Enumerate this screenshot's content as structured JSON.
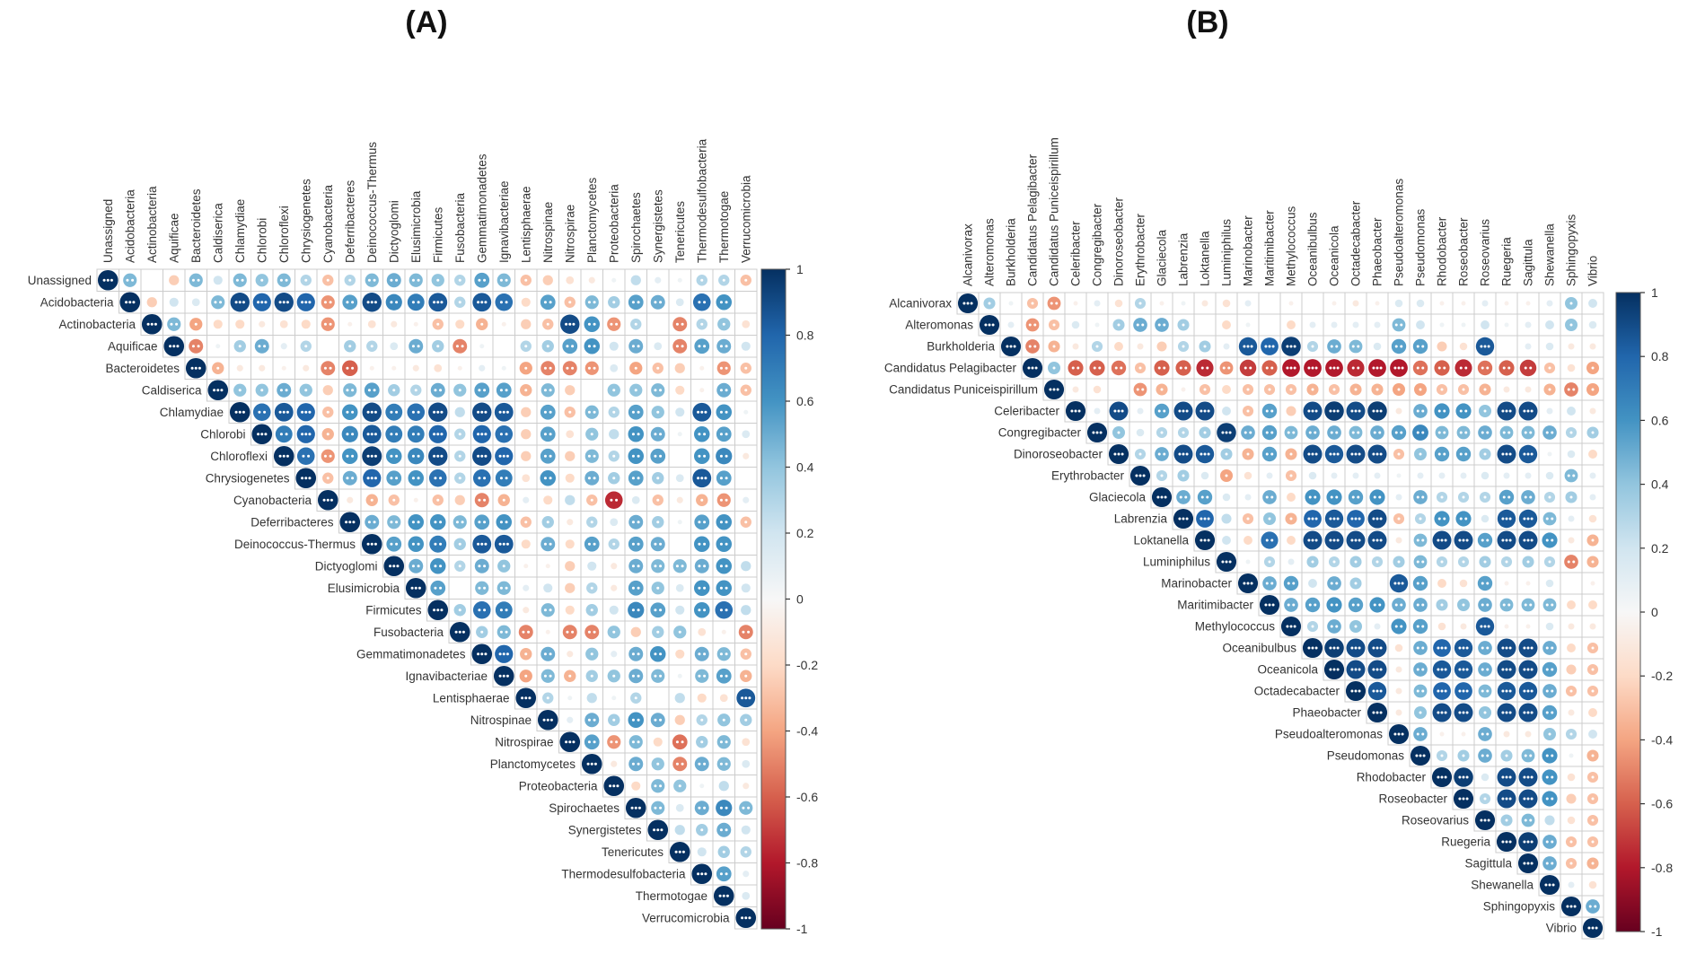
{
  "figure": {
    "background": "#ffffff",
    "label_color": "#333333",
    "grid_color": "#cccccc",
    "sig_dot_color": "#ffffff"
  },
  "chart_data": [
    {
      "id": "A",
      "type": "heatmap",
      "subtype": "correlation-matrix-upper-triangle",
      "title": "(A)",
      "legend_position": "right",
      "value_range": [
        -1,
        1
      ],
      "colorbar_ticks": [
        "1",
        "0.8",
        "0.6",
        "0.4",
        "0.2",
        "0",
        "-0.2",
        "-0.4",
        "-0.6",
        "-0.8",
        "-1"
      ],
      "colormap_stops": [
        [
          -1,
          "#67001F"
        ],
        [
          -0.8,
          "#B2182B"
        ],
        [
          -0.6,
          "#D6604D"
        ],
        [
          -0.4,
          "#F4A582"
        ],
        [
          -0.2,
          "#FDDBC7"
        ],
        [
          0,
          "#F7F7F7"
        ],
        [
          0.2,
          "#D1E5F0"
        ],
        [
          0.4,
          "#92C5DE"
        ],
        [
          0.6,
          "#4393C3"
        ],
        [
          0.8,
          "#2166AC"
        ],
        [
          1,
          "#053061"
        ]
      ],
      "labels": [
        "Unassigned",
        "Acidobacteria",
        "Actinobacteria",
        "Aquificae",
        "Bacteroidetes",
        "Caldiserica",
        "Chlamydiae",
        "Chlorobi",
        "Chloroflexi",
        "Chrysiogenetes",
        "Cyanobacteria",
        "Deferribacteres",
        "Deinococcus-Thermus",
        "Dictyoglomi",
        "Elusimicrobia",
        "Firmicutes",
        "Fusobacteria",
        "Gemmatimonadetes",
        "Ignavibacteriae",
        "Lentisphaerae",
        "Nitrospinae",
        "Nitrospirae",
        "Planctomycetes",
        "Proteobacteria",
        "Spirochaetes",
        "Synergistetes",
        "Tenericutes",
        "Thermodesulfobacteria",
        "Thermotogae",
        "Verrucomicrobia"
      ],
      "rows": [
        [
          1,
          0.45,
          0,
          -0.25,
          0.45,
          0.2,
          0.45,
          0.4,
          0.45,
          0.3,
          -0.3,
          0.3,
          0.45,
          0.5,
          0.45,
          0.4,
          0.3,
          0.55,
          0.45,
          -0.3,
          -0.25,
          -0.15,
          -0.1,
          0.05,
          0.25,
          0.1,
          0.05,
          0.3,
          0.3,
          -0.3
        ],
        [
          1,
          -0.25,
          0.2,
          0.15,
          0.45,
          0.9,
          0.8,
          0.9,
          0.8,
          -0.45,
          0.55,
          0.9,
          0.65,
          0.7,
          0.85,
          0.3,
          0.85,
          0.75,
          -0.2,
          0.55,
          -0.3,
          0.45,
          0.35,
          0.55,
          0.5,
          0.15,
          0.75,
          0.6,
          0
        ],
        [
          1,
          0.45,
          -0.4,
          -0.2,
          -0.2,
          -0.1,
          -0.15,
          -0.2,
          -0.45,
          -0.05,
          -0.15,
          -0.1,
          -0.05,
          -0.3,
          -0.2,
          -0.35,
          -0.05,
          -0.25,
          -0.3,
          0.9,
          0.6,
          -0.45,
          0.3,
          0,
          -0.5,
          0.3,
          0.4,
          -0.15
        ],
        [
          1,
          -0.5,
          0.05,
          0.35,
          0.5,
          0.1,
          0.3,
          0,
          0.35,
          0.3,
          0.15,
          0.5,
          0.35,
          -0.5,
          0.05,
          0,
          0.3,
          0.35,
          0.55,
          0.6,
          0.2,
          0.5,
          0.15,
          -0.5,
          0.55,
          0.5,
          0.2
        ],
        [
          1,
          -0.35,
          -0.1,
          -0.1,
          -0.05,
          -0.1,
          -0.5,
          -0.6,
          -0.05,
          -0.05,
          -0.1,
          -0.15,
          -0.05,
          0.1,
          0.05,
          -0.4,
          -0.5,
          -0.5,
          -0.45,
          0.15,
          -0.4,
          -0.3,
          -0.25,
          -0.05,
          -0.45,
          -0.3
        ],
        [
          1,
          0.4,
          0.4,
          0.5,
          0.4,
          -0.25,
          0.45,
          0.55,
          0.35,
          0.3,
          0.5,
          0.4,
          0.55,
          0.55,
          -0.35,
          0.45,
          -0.25,
          0,
          0.4,
          0.4,
          0.45,
          -0.2,
          -0.05,
          0.5,
          -0.3
        ],
        [
          1,
          0.75,
          0.85,
          0.8,
          -0.3,
          0.6,
          0.9,
          0.7,
          0.75,
          0.9,
          0.25,
          0.9,
          0.85,
          -0.25,
          0.55,
          -0.3,
          0.45,
          0.3,
          0.55,
          0.4,
          0.2,
          0.85,
          0.6,
          0.05
        ],
        [
          1,
          0.7,
          0.8,
          -0.35,
          0.65,
          0.85,
          0.7,
          0.7,
          0.8,
          0.3,
          0.8,
          0.75,
          -0.25,
          0.55,
          -0.15,
          0.4,
          0.25,
          0.6,
          0.5,
          0.05,
          0.6,
          0.55,
          0.15
        ],
        [
          1,
          0.75,
          -0.45,
          0.6,
          0.95,
          0.6,
          0.65,
          0.9,
          0.3,
          0.9,
          0.8,
          -0.25,
          0.55,
          -0.25,
          0.45,
          0.3,
          0.6,
          0.55,
          0,
          0.6,
          0.65,
          -0.1
        ],
        [
          1,
          -0.3,
          0.5,
          0.8,
          0.55,
          0.6,
          0.75,
          0.3,
          0.75,
          0.7,
          -0.15,
          0.6,
          -0.2,
          0.5,
          0.35,
          0.55,
          0.35,
          0.15,
          0.85,
          0.55,
          0
        ],
        [
          1,
          -0.1,
          -0.35,
          -0.3,
          -0.05,
          -0.3,
          -0.25,
          -0.5,
          -0.35,
          0.1,
          -0.2,
          0.25,
          -0.3,
          -0.75,
          0.15,
          -0.3,
          -0.1,
          -0.35,
          -0.45,
          0.1
        ],
        [
          1,
          0.5,
          0.45,
          0.6,
          0.6,
          0.45,
          0.55,
          0.6,
          -0.3,
          0.35,
          -0.1,
          0.3,
          0.15,
          0.5,
          0.35,
          0.05,
          0.55,
          0.6,
          -0.3
        ],
        [
          1,
          0.55,
          0.6,
          0.7,
          0.35,
          0.85,
          0.85,
          -0.2,
          0.5,
          -0.2,
          0.55,
          0.3,
          0.55,
          0.5,
          0,
          0.6,
          0.6,
          0
        ],
        [
          1,
          0.5,
          0.6,
          0.3,
          0.5,
          0.4,
          -0.05,
          -0.05,
          -0.25,
          0.2,
          -0.1,
          0.5,
          0.45,
          0.45,
          0.5,
          0.6,
          0.25
        ],
        [
          1,
          0.55,
          0,
          0.45,
          0.45,
          0.1,
          0.2,
          -0.25,
          0.3,
          -0.1,
          0.55,
          0.4,
          0.15,
          0.6,
          0.6,
          0.2
        ],
        [
          1,
          0.35,
          0.75,
          0.7,
          -0.1,
          0.45,
          -0.2,
          0.35,
          0.2,
          0.65,
          0.55,
          0.2,
          0.6,
          0.75,
          0.25
        ],
        [
          1,
          0.35,
          0.45,
          -0.5,
          -0.05,
          -0.5,
          -0.5,
          0.4,
          -0.25,
          0.35,
          0.4,
          -0.15,
          -0.05,
          -0.5
        ],
        [
          1,
          0.8,
          -0.35,
          0.5,
          -0.1,
          0.4,
          0.1,
          0.5,
          0.6,
          -0.2,
          0.5,
          0.45,
          -0.3
        ],
        [
          1,
          -0.4,
          0.45,
          -0.35,
          0.35,
          0.4,
          0.5,
          0.45,
          0.05,
          0.45,
          0.55,
          -0.35
        ],
        [
          1,
          0.3,
          0.05,
          0.25,
          0.05,
          0.3,
          0,
          0.25,
          -0.2,
          -0.15,
          0.85
        ],
        [
          1,
          0.1,
          0.5,
          0.35,
          0.6,
          0.5,
          -0.25,
          0.3,
          0.4,
          0.35
        ],
        [
          1,
          0.55,
          -0.45,
          0.45,
          -0.2,
          -0.55,
          0.35,
          0.45,
          -0.15
        ],
        [
          1,
          -0.1,
          0.5,
          0.4,
          -0.5,
          0.5,
          0.45,
          0.15
        ],
        [
          1,
          -0.2,
          0.45,
          0.4,
          0.05,
          0.25,
          -0.1
        ],
        [
          1,
          0.45,
          0.15,
          0.5,
          0.65,
          0.45
        ],
        [
          1,
          0.25,
          0.35,
          0.5,
          0.2
        ],
        [
          1,
          0.2,
          0.35,
          0.3
        ],
        [
          1,
          0.55,
          0.1
        ],
        [
          1,
          0.15
        ],
        [
          1
        ]
      ]
    },
    {
      "id": "B",
      "type": "heatmap",
      "subtype": "correlation-matrix-upper-triangle",
      "title": "(B)",
      "legend_position": "right",
      "value_range": [
        -1,
        1
      ],
      "colorbar_ticks": [
        "1",
        "0.8",
        "0.6",
        "0.4",
        "0.2",
        "0",
        "-0.2",
        "-0.4",
        "-0.6",
        "-0.8",
        "-1"
      ],
      "colormap_stops": [
        [
          -1,
          "#67001F"
        ],
        [
          -0.8,
          "#B2182B"
        ],
        [
          -0.6,
          "#D6604D"
        ],
        [
          -0.4,
          "#F4A582"
        ],
        [
          -0.2,
          "#FDDBC7"
        ],
        [
          0,
          "#F7F7F7"
        ],
        [
          0.2,
          "#D1E5F0"
        ],
        [
          0.4,
          "#92C5DE"
        ],
        [
          0.6,
          "#4393C3"
        ],
        [
          0.8,
          "#2166AC"
        ],
        [
          1,
          "#053061"
        ]
      ],
      "labels": [
        "Alcanivorax",
        "Alteromonas",
        "Burkholderia",
        "Candidatus Pelagibacter",
        "Candidatus Puniceispirillum",
        "Celeribacter",
        "Congregibacter",
        "Dinoroseobacter",
        "Erythrobacter",
        "Glaciecola",
        "Labrenzia",
        "Loktanella",
        "Luminiphilus",
        "Marinobacter",
        "Maritimibacter",
        "Methylococcus",
        "Oceanibulbus",
        "Oceanicola",
        "Octadecabacter",
        "Phaeobacter",
        "Pseudoalteromonas",
        "Pseudomonas",
        "Rhodobacter",
        "Roseobacter",
        "Roseovarius",
        "Ruegeria",
        "Sagittula",
        "Shewanella",
        "Sphingopyxis",
        "Vibrio"
      ],
      "rows": [
        [
          1,
          0.35,
          0.05,
          -0.3,
          -0.45,
          -0.05,
          0.1,
          -0.15,
          0.3,
          -0.05,
          0.05,
          -0.1,
          -0.15,
          0.1,
          0,
          -0.05,
          0,
          -0.05,
          -0.1,
          -0.05,
          0.15,
          0.15,
          -0.05,
          -0.05,
          0.1,
          -0.05,
          -0.05,
          0.1,
          0.4,
          0.2
        ],
        [
          1,
          0.1,
          -0.45,
          -0.3,
          0.15,
          0.05,
          0.35,
          0.5,
          0.5,
          0.35,
          0,
          -0.2,
          0.05,
          0,
          -0.2,
          0.1,
          0.1,
          0.1,
          0.1,
          0.45,
          0.2,
          0.05,
          0.05,
          0.2,
          0.05,
          0.1,
          0.2,
          0.4,
          0.15
        ],
        [
          1,
          -0.5,
          -0.35,
          -0.1,
          0.3,
          -0.2,
          -0.1,
          -0.25,
          0.3,
          0.35,
          0.1,
          0.85,
          0.8,
          0.95,
          0.3,
          0.5,
          0.45,
          0.15,
          0.55,
          0.55,
          -0.25,
          -0.15,
          0.85,
          0,
          0.1,
          0.15,
          -0.1,
          -0.1
        ],
        [
          1,
          0.4,
          -0.6,
          -0.6,
          -0.55,
          -0.3,
          -0.6,
          -0.6,
          -0.75,
          -0.45,
          -0.7,
          -0.6,
          -0.8,
          -0.8,
          -0.8,
          -0.75,
          -0.8,
          -0.8,
          -0.55,
          -0.6,
          -0.75,
          -0.55,
          -0.6,
          -0.7,
          -0.3,
          -0.15,
          -0.4
        ],
        [
          1,
          -0.1,
          -0.15,
          0,
          -0.45,
          -0.35,
          -0.05,
          -0.3,
          -0.2,
          -0.3,
          -0.3,
          -0.3,
          -0.35,
          -0.3,
          -0.35,
          -0.35,
          -0.4,
          -0.4,
          -0.3,
          -0.3,
          -0.35,
          -0.1,
          -0.1,
          -0.35,
          -0.5,
          -0.4
        ],
        [
          1,
          0.1,
          0.9,
          0.1,
          0.55,
          0.9,
          0.9,
          0.2,
          -0.3,
          0.55,
          -0.25,
          0.9,
          0.95,
          0.9,
          0.95,
          -0.1,
          0.5,
          0.6,
          0.6,
          0.4,
          0.9,
          0.9,
          0.1,
          0.2,
          -0.1
        ],
        [
          1,
          0.4,
          0.15,
          0.3,
          0.3,
          0.35,
          0.95,
          0.5,
          0.55,
          0.45,
          0.5,
          0.5,
          0.45,
          0.5,
          0.55,
          0.65,
          0.45,
          0.45,
          0.5,
          0.45,
          0.45,
          0.5,
          0.3,
          0.35
        ],
        [
          1,
          0.3,
          0.5,
          0.9,
          0.85,
          0.35,
          -0.35,
          0.55,
          -0.35,
          0.9,
          0.85,
          0.9,
          0.9,
          -0.3,
          0.4,
          0.55,
          0.55,
          0.35,
          0.9,
          0.85,
          0.05,
          0.15,
          -0.2
        ],
        [
          1,
          0.3,
          0.35,
          0.15,
          -0.4,
          -0.15,
          0.1,
          -0.3,
          0.15,
          0.1,
          0.1,
          0.1,
          0.05,
          0.1,
          0.1,
          0.1,
          0.15,
          0.1,
          0.1,
          0.15,
          0.45,
          0.1
        ],
        [
          1,
          0.5,
          0.55,
          0.15,
          0.1,
          0.5,
          -0.2,
          0.6,
          0.6,
          0.55,
          0.6,
          0.1,
          0.5,
          0.3,
          0.3,
          0.3,
          0.55,
          0.5,
          0.3,
          0.35,
          0.1
        ],
        [
          1,
          0.8,
          0.25,
          -0.3,
          0.4,
          -0.35,
          0.8,
          0.85,
          0.8,
          0.9,
          -0.3,
          0.3,
          0.6,
          0.6,
          0.15,
          0.85,
          0.85,
          0.45,
          0.1,
          -0.15
        ],
        [
          1,
          0.2,
          -0.2,
          0.75,
          -0.2,
          0.9,
          0.9,
          0.9,
          0.9,
          -0.1,
          0.45,
          0.9,
          0.9,
          0.55,
          0.9,
          0.9,
          0.6,
          -0.1,
          -0.35
        ],
        [
          1,
          0.05,
          0.3,
          0.1,
          0.35,
          0.3,
          0.35,
          0.3,
          0.35,
          0.45,
          0.3,
          0.3,
          0.35,
          0.3,
          0.35,
          0.3,
          -0.5,
          -0.35
        ],
        [
          1,
          0.5,
          0.55,
          0.2,
          0.5,
          0.35,
          0,
          0.85,
          0.55,
          -0.2,
          -0.15,
          0.55,
          -0.05,
          -0.05,
          0.15,
          0,
          -0.05
        ],
        [
          1,
          0.5,
          0.55,
          0.6,
          0.55,
          0.6,
          0.5,
          0.5,
          0.35,
          0.4,
          0.5,
          0.45,
          0.45,
          0.45,
          -0.2,
          -0.2
        ],
        [
          1,
          0.3,
          0.5,
          0.4,
          0.1,
          0.6,
          0.55,
          -0.15,
          -0.1,
          0.85,
          -0.05,
          -0.05,
          0.15,
          -0.1,
          -0.1
        ],
        [
          1,
          0.95,
          0.9,
          0.9,
          -0.15,
          0.5,
          0.8,
          0.85,
          0.5,
          0.9,
          0.9,
          0.5,
          -0.2,
          -0.3
        ],
        [
          1,
          0.9,
          0.9,
          -0.1,
          0.5,
          0.85,
          0.85,
          0.5,
          0.9,
          0.9,
          0.55,
          -0.25,
          -0.3
        ],
        [
          1,
          0.85,
          -0.1,
          0.45,
          0.8,
          0.8,
          0.45,
          0.85,
          0.85,
          0.5,
          -0.3,
          -0.3
        ],
        [
          1,
          -0.1,
          0.4,
          0.9,
          0.9,
          0.4,
          0.9,
          0.9,
          0.55,
          -0.1,
          -0.2
        ],
        [
          1,
          0.5,
          -0.05,
          -0.05,
          0.5,
          -0.1,
          -0.1,
          0.4,
          0.3,
          0.2
        ],
        [
          1,
          0.3,
          0.35,
          0.5,
          0.35,
          0.45,
          0.6,
          0.05,
          -0.35
        ],
        [
          1,
          0.95,
          0.15,
          0.9,
          0.9,
          0.6,
          -0.15,
          -0.3
        ],
        [
          1,
          0.3,
          0.9,
          0.9,
          0.6,
          -0.25,
          -0.3
        ],
        [
          1,
          0.35,
          0.45,
          0.25,
          -0.15,
          -0.3
        ],
        [
          1,
          0.95,
          0.5,
          -0.3,
          -0.3
        ],
        [
          1,
          0.5,
          -0.3,
          -0.35
        ],
        [
          1,
          0.1,
          -0.15
        ],
        [
          1,
          0.5
        ],
        [
          1
        ]
      ]
    }
  ]
}
